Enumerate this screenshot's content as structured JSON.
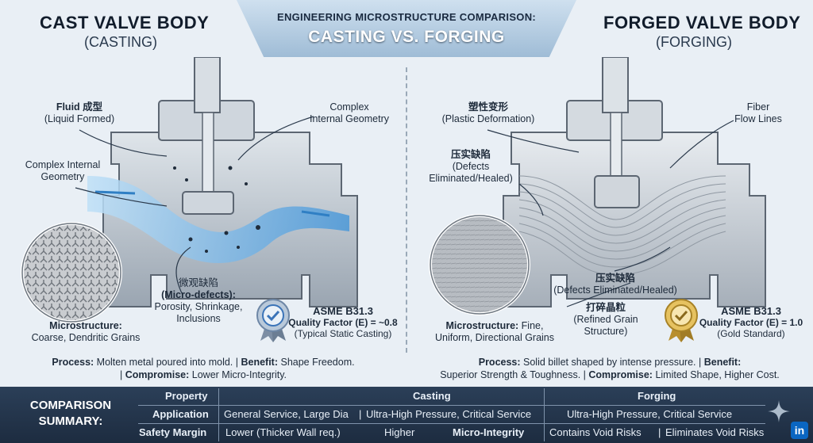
{
  "header": {
    "left_title": "CAST VALVE BODY",
    "left_sub": "(CASTING)",
    "center_line1": "ENGINEERING MICROSTRUCTURE COMPARISON:",
    "center_line2": "CASTING VS. FORGING",
    "right_title": "FORGED VALVE BODY",
    "right_sub": "(FORGING)"
  },
  "casting": {
    "fluid_label_bold": "Fluid 成型",
    "fluid_label_sub": "(Liquid Formed)",
    "complex_top_1": "Complex",
    "complex_top_2": "Internal Geometry",
    "complex_left_1": "Complex Internal",
    "complex_left_2": "Geometry",
    "defects_cn": "微观缺陷",
    "defects_bold": "(Micro-defects):",
    "defects_line2": "Porosity, Shrinkage,",
    "defects_line3": "Inclusions",
    "micro_bold": "Microstructure:",
    "micro_text": "Coarse, Dendritic Grains",
    "asme_title": "ASME B31.3",
    "asme_factor": "Quality Factor (E) = ~0.8",
    "asme_note": "(Typical Static Casting)",
    "process_label": "Process:",
    "process_text": " Molten metal poured into mold. | ",
    "benefit_label": "Benefit:",
    "benefit_text": " Shape Freedom.",
    "compromise_prefix": "| ",
    "compromise_label": "Compromise:",
    "compromise_text": " Lower Micro-Integrity."
  },
  "forging": {
    "plastic_cn": "塑性变形",
    "plastic_sub": "(Plastic Deformation)",
    "fiber_1": "Fiber",
    "fiber_2": "Flow Lines",
    "defects_cn_top": "压实缺陷",
    "defects_top_1": "(Defects",
    "defects_top_2": "Eliminated/Healed)",
    "defects_cn_bottom": "压实缺陷",
    "defects_bottom": "(Defects Eliminated/Healed)",
    "grain_cn": "打碎晶粒",
    "grain_1": "(Refined Grain",
    "grain_2": "Structure)",
    "micro_bold": "Microstructure:",
    "micro_text_1": " Fine,",
    "micro_text_2": "Uniform, Directional Grains",
    "asme_title": "ASME B31.3",
    "asme_factor": "Quality Factor (E) = 1.0",
    "asme_note": "(Gold Standard)",
    "process_label": "Process:",
    "process_text": " Solid billet shaped by intense pressure. | ",
    "benefit_label": "Benefit:",
    "benefit_text": "Superior Strength & Toughness. | ",
    "compromise_label": "Compromise:",
    "compromise_text": " Limited Shape, Higher Cost."
  },
  "summary": {
    "title_1": "COMPARISON",
    "title_2": "SUMMARY:",
    "col_property": "Property",
    "col_casting": "Casting",
    "col_forging": "Forging",
    "row1_label": "Application",
    "row1_casting": "General Service, Large Dia",
    "row1_mid": "Ultra-High Pressure, Critical Service",
    "row1_forging": "Ultra-High Pressure, Critical Service",
    "row2_label": "Safety Margin",
    "row2_casting": "Lower (Thicker Wall req.)",
    "row2_mid": "Higher",
    "row2_label2": "Micro-Integrity",
    "row2_forging_1": "Contains Void Risks",
    "row2_forging_2": "Eliminates Void Risks",
    "linkedin": "in"
  },
  "colors": {
    "steel": "#b9c2cc",
    "fluid_blue": "#5aa6e0",
    "navy": "#1d2c40",
    "gold": "#d9b24a",
    "silver_badge": "#8fa9c8",
    "linkedin": "#0a66c2"
  }
}
